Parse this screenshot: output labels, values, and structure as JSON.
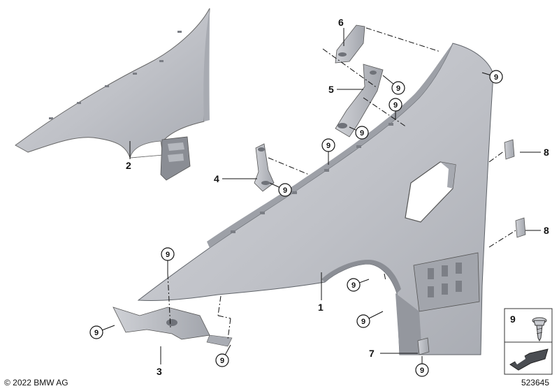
{
  "part_labels": {
    "p1": "1",
    "p2": "2",
    "p3": "3",
    "p4": "4",
    "p5": "5",
    "p6": "6",
    "p7": "7",
    "p8a": "8",
    "p8b": "8"
  },
  "callout_number": "9",
  "legend": {
    "number": "9"
  },
  "footer": {
    "copyright": "© 2022 BMW AG",
    "diagram_id": "523645"
  },
  "colors": {
    "part_fill": "#c4c6cc",
    "part_shade": "#9fa2a9",
    "part_dark": "#7e8188",
    "outline": "#555a60",
    "line": "#111111"
  }
}
